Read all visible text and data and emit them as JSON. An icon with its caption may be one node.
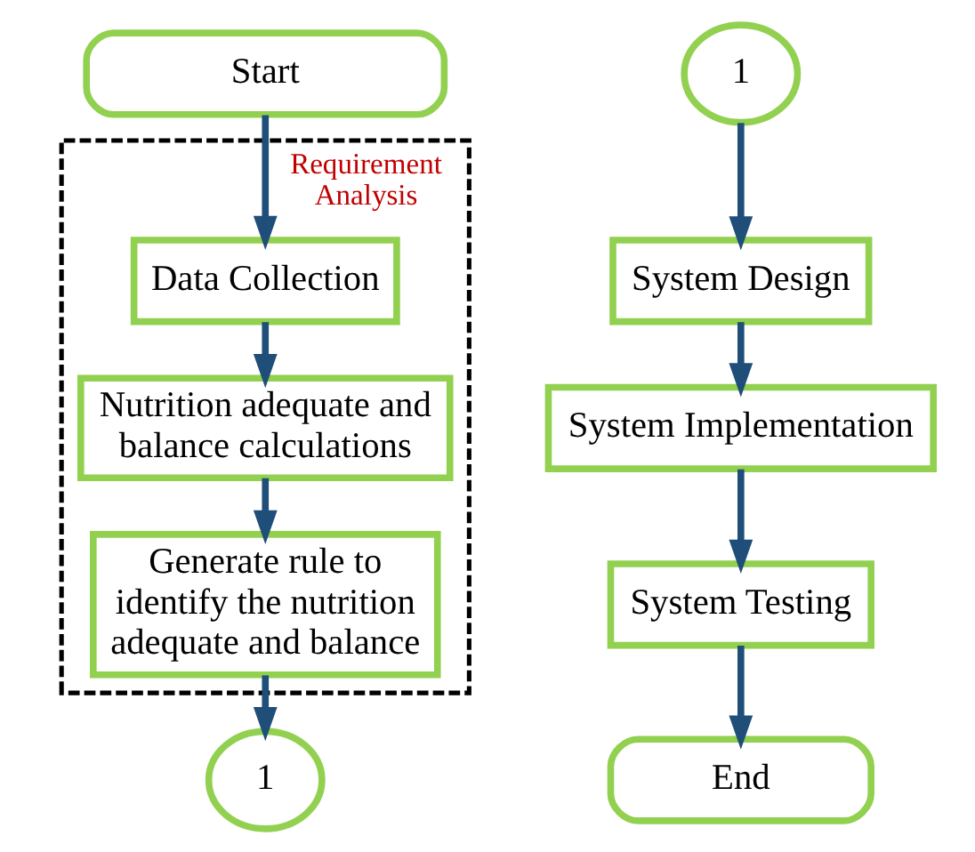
{
  "diagram": {
    "nodes": [
      {
        "text": [
          "Start"
        ]
      },
      {
        "text": [
          "Requirement Analysis"
        ]
      },
      {
        "text": [
          "Data Collection"
        ],
        "in": 1
      },
      {
        "text": [
          "Nutrition adequate and balance calculations"
        ],
        "in": 1
      },
      {
        "text": [
          "Generate rule to identify the nutrition adequate and balance"
        ],
        "in": 1
      },
      {
        "text": [
          "1"
        ]
      },
      {
        "text": [
          "1"
        ]
      },
      {
        "text": [
          "System Design"
        ]
      },
      {
        "text": [
          "System Implementation"
        ]
      },
      {
        "text": [
          "System Testing"
        ]
      },
      {
        "text": [
          "End"
        ]
      }
    ],
    "edges": [
      {
        "from": 0,
        "to": 2,
        "arrow": "to"
      },
      {
        "from": 2,
        "to": 3,
        "arrow": "to"
      },
      {
        "from": 3,
        "to": 4,
        "arrow": "to"
      },
      {
        "from": 4,
        "to": 5,
        "arrow": "to"
      },
      {
        "from": 6,
        "to": 7,
        "arrow": "to"
      },
      {
        "from": 7,
        "to": 8,
        "arrow": "to"
      },
      {
        "from": 8,
        "to": 9,
        "arrow": "to"
      },
      {
        "from": 9,
        "to": 10,
        "arrow": "to"
      }
    ]
  }
}
